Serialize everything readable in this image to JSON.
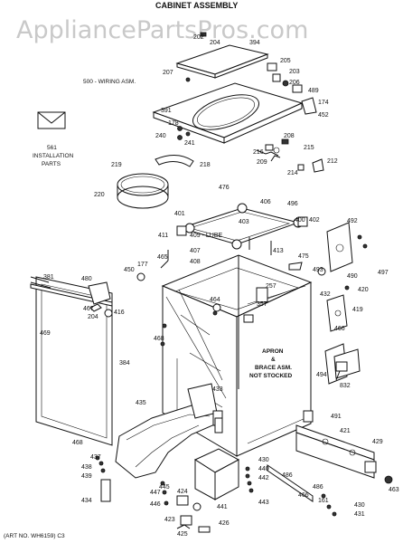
{
  "watermark": "AppliancePartsPros.com",
  "title": "CABINET ASSEMBLY",
  "art_number": "(ART NO. WH6159) C3",
  "wiring_label": "500 - WIRING ASM.",
  "installation_parts": {
    "number": "561",
    "line1": "INSTALLATION",
    "line2": "PARTS"
  },
  "lube_label": "409 - LUBE",
  "apron_note": {
    "line1": "APRON",
    "line2": "&",
    "line3": "BRACE ASM.",
    "line4": "NOT STOCKED"
  },
  "parts": [
    "202",
    "204",
    "394",
    "205",
    "203",
    "206",
    "207",
    "489",
    "174",
    "452",
    "391",
    "178",
    "240",
    "241",
    "208",
    "215",
    "216",
    "209",
    "214",
    "212",
    "219",
    "218",
    "220",
    "476",
    "406",
    "496",
    "400",
    "401",
    "403",
    "402",
    "492",
    "411",
    "465",
    "407",
    "408",
    "413",
    "475",
    "497",
    "177",
    "490",
    "450",
    "493",
    "420",
    "381",
    "480",
    "467",
    "432",
    "419",
    "204",
    "416",
    "257",
    "357",
    "464",
    "466",
    "468",
    "469",
    "494",
    "384",
    "832",
    "435",
    "433",
    "491",
    "437",
    "438",
    "421",
    "468",
    "429",
    "439",
    "430",
    "440",
    "442",
    "445",
    "443",
    "463",
    "447",
    "424",
    "486",
    "486",
    "446",
    "441",
    "466",
    "161",
    "434",
    "423",
    "426",
    "425",
    "430",
    "431"
  ]
}
